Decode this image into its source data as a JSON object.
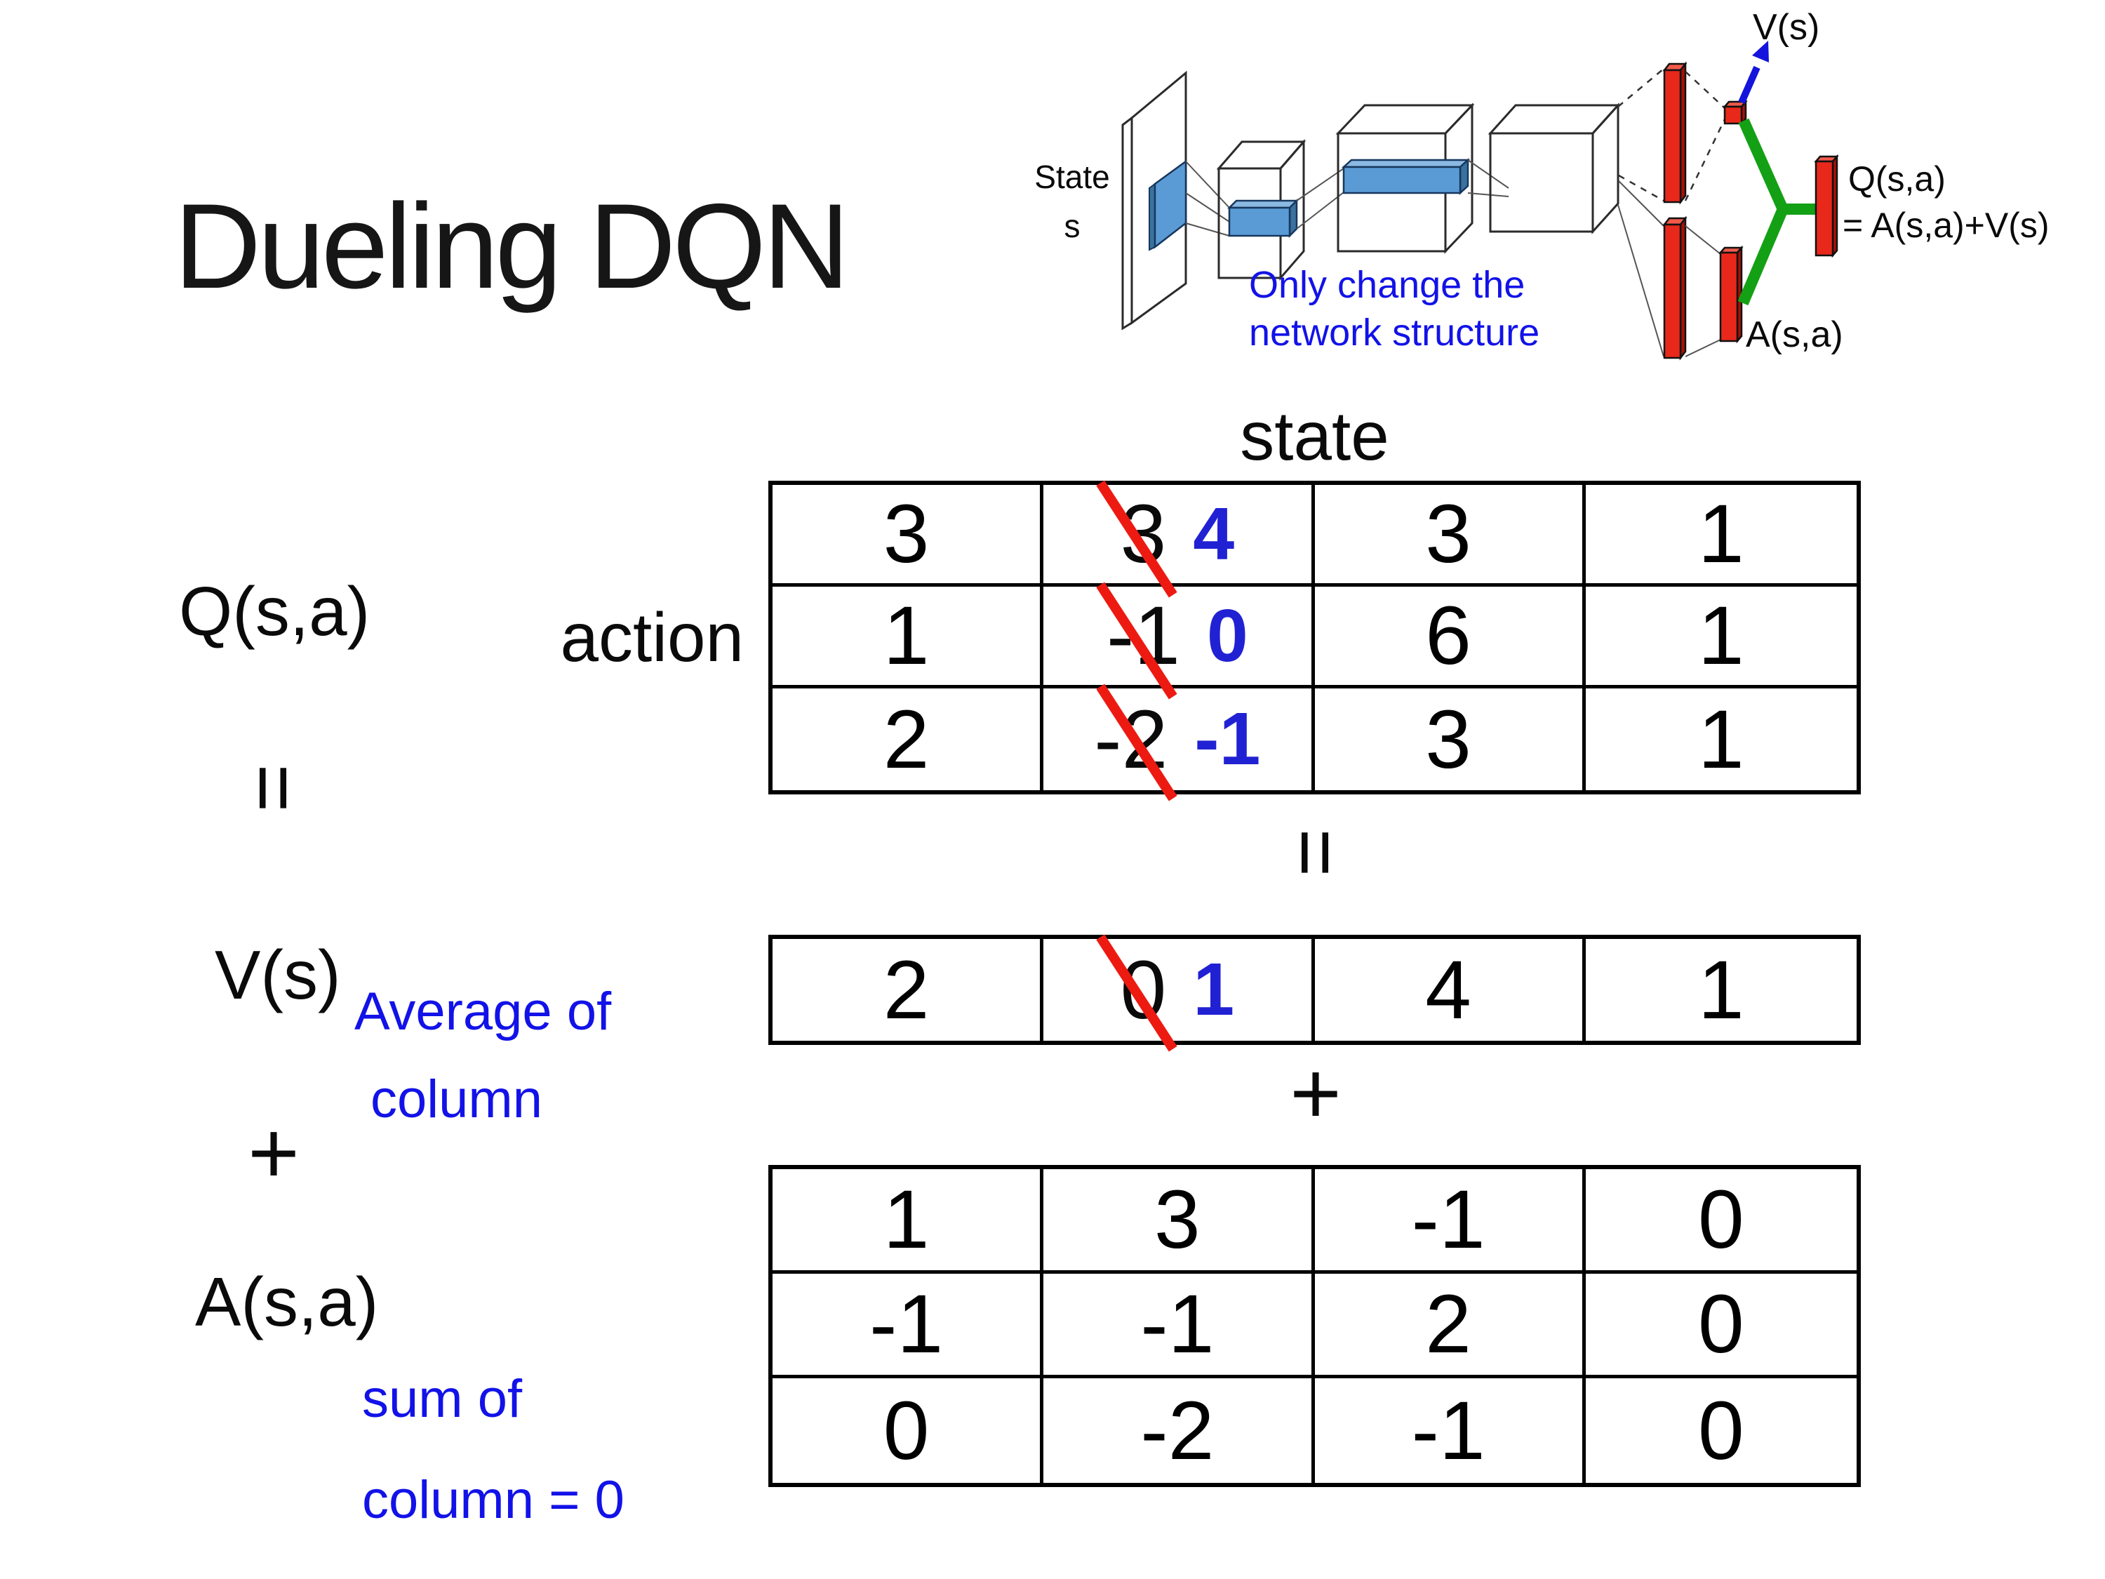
{
  "colors": {
    "red-bar": "#e8281a",
    "red-bar-dark": "#a81007",
    "red-bar-light": "#f25a4b",
    "slash-red": "#ed1a12",
    "green-link": "#14a014",
    "arrow-blue": "#1414dd",
    "note-blue": "#1212e8",
    "new-value-blue": "#2121d4",
    "conv-blue": "#5b9bd5",
    "conv-blue-dark": "#39729f",
    "conv-blue-light": "#8ab9e2",
    "conv-blue-stroke": "#17375e"
  },
  "title": "Dueling DQN",
  "diagram": {
    "state_line1": "State",
    "state_line2": "s",
    "note_line1": "Only change the",
    "note_line2": "network structure",
    "v_out_label": "V(s)",
    "q_out_line1": "Q(s,a)",
    "q_out_line2": "= A(s,a)+V(s)",
    "a_out_label": "A(s,a)"
  },
  "equation": {
    "q_label": "Q(s,a)",
    "equals": "=",
    "v_label": "V(s)",
    "plus": "+",
    "a_label": "A(s,a)",
    "avg_line1": "Average of",
    "avg_line2": "column",
    "sum_line1": "sum of",
    "sum_line2": "column = 0"
  },
  "matrix": {
    "state_header": "state",
    "action_label": "action",
    "equals_mid": "=",
    "plus_mid": "+",
    "q": {
      "rows": [
        {
          "cells": [
            {
              "text": "3"
            },
            {
              "old": "3",
              "new": "4"
            },
            {
              "text": "3"
            },
            {
              "text": "1"
            }
          ]
        },
        {
          "cells": [
            {
              "text": "1"
            },
            {
              "old": "-1",
              "new": "0"
            },
            {
              "text": "6"
            },
            {
              "text": "1"
            }
          ]
        },
        {
          "cells": [
            {
              "text": "2"
            },
            {
              "old": "-2",
              "new": "-1"
            },
            {
              "text": "3"
            },
            {
              "text": "1"
            }
          ]
        }
      ]
    },
    "v": {
      "rows": [
        {
          "cells": [
            {
              "text": "2"
            },
            {
              "old": "0",
              "new": "1"
            },
            {
              "text": "4"
            },
            {
              "text": "1"
            }
          ]
        }
      ]
    },
    "a": {
      "rows": [
        {
          "cells": [
            {
              "text": "1"
            },
            {
              "text": "3"
            },
            {
              "text": "-1"
            },
            {
              "text": "0"
            }
          ]
        },
        {
          "cells": [
            {
              "text": "-1"
            },
            {
              "text": "-1"
            },
            {
              "text": "2"
            },
            {
              "text": "0"
            }
          ]
        },
        {
          "cells": [
            {
              "text": "0"
            },
            {
              "text": "-2"
            },
            {
              "text": "-1"
            },
            {
              "text": "0"
            }
          ]
        }
      ]
    }
  }
}
